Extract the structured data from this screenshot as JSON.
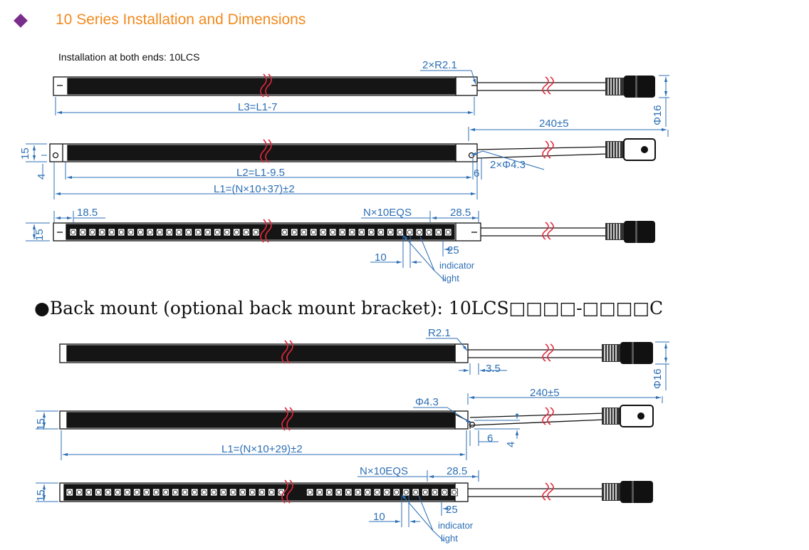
{
  "header": {
    "title": "10 Series Installation and Dimensions"
  },
  "section1": {
    "caption": "Installation at both ends: 10LCS",
    "labels": {
      "r": "2×R2.1",
      "l3": "L3=L1-7",
      "phi16": "Φ16",
      "cable": "240±5",
      "h15": "15",
      "h4": "4",
      "hole": "2×Φ4.3",
      "six": "6",
      "l2": "L2=L1-9.5",
      "l1": "L1=(N×10+37)±2",
      "left": "18.5",
      "pitch": "N×10EQS",
      "right": "28.5",
      "h15b": "15",
      "spacing": "10",
      "led": "25",
      "indicator": "indicator",
      "light": "light"
    }
  },
  "section2": {
    "caption": "●Back mount (optional back mount bracket): 10LCS□□□□-□□□□C",
    "labels": {
      "r": "R2.1",
      "offset": "3.5",
      "phi16": "Φ16",
      "hole": "Φ4.3",
      "cable": "240±5",
      "h15": "15",
      "six": "6",
      "four": "4",
      "l1": "L1=(N×10+29)±2",
      "pitch": "N×10EQS",
      "right": "28.5",
      "h15b": "15",
      "spacing": "10",
      "led": "25",
      "indicator": "indicator",
      "light": "light"
    }
  },
  "colors": {
    "title": "#f28a1e",
    "bullet": "#7a2e8c",
    "dimension": "#2d6fb5",
    "drawing": "#111111",
    "cable_break": "#e0283c"
  }
}
